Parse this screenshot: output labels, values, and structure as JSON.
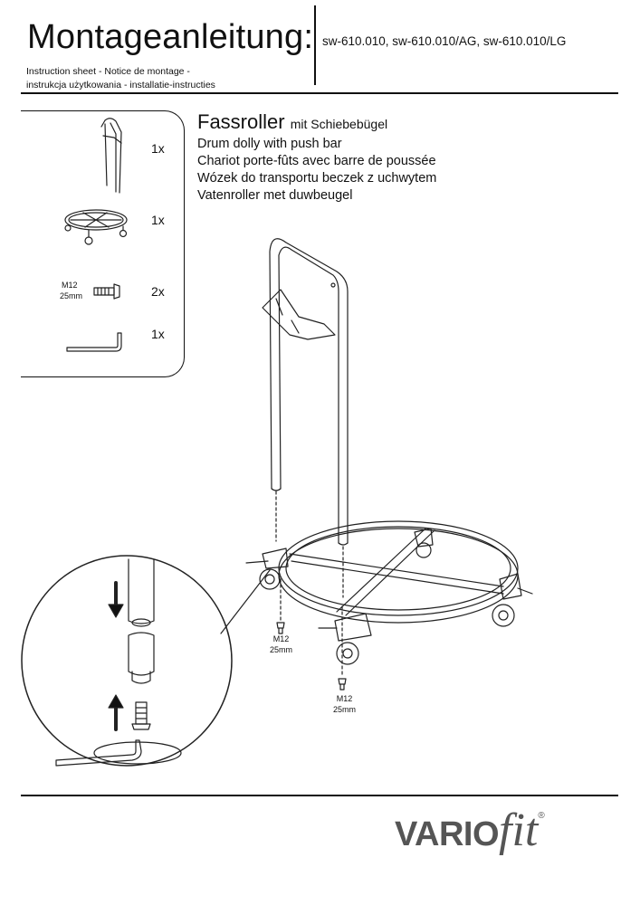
{
  "header": {
    "title": "Montageanleitung:",
    "models": "sw-610.010, sw-610.010/AG, sw-610.010/LG",
    "subtitle_line1": "Instruction sheet - Notice de montage  -",
    "subtitle_line2": "instrukcja użytkowania - installatie-instructies"
  },
  "parts": [
    {
      "icon": "push-bar-icon",
      "qty": "1x"
    },
    {
      "icon": "dolly-base-icon",
      "qty": "1x"
    },
    {
      "icon": "screw-icon",
      "qty": "2x",
      "label_line1": "M12",
      "label_line2": "25mm"
    },
    {
      "icon": "allen-key-icon",
      "qty": "1x"
    }
  ],
  "product": {
    "name": "Fassroller",
    "name_suffix": "mit Schiebebügel",
    "translations": [
      "Drum dolly with push bar",
      "Chariot porte-fûts avec barre de poussée",
      "Wózek do transportu beczek z uchwytem",
      "Vatenroller met duwbeugel"
    ]
  },
  "callouts": [
    {
      "line1": "M12",
      "line2": "25mm"
    },
    {
      "line1": "M12",
      "line2": "25mm"
    }
  ],
  "logo": {
    "part1": "VARIO",
    "part2": "fit",
    "registered": "®"
  }
}
